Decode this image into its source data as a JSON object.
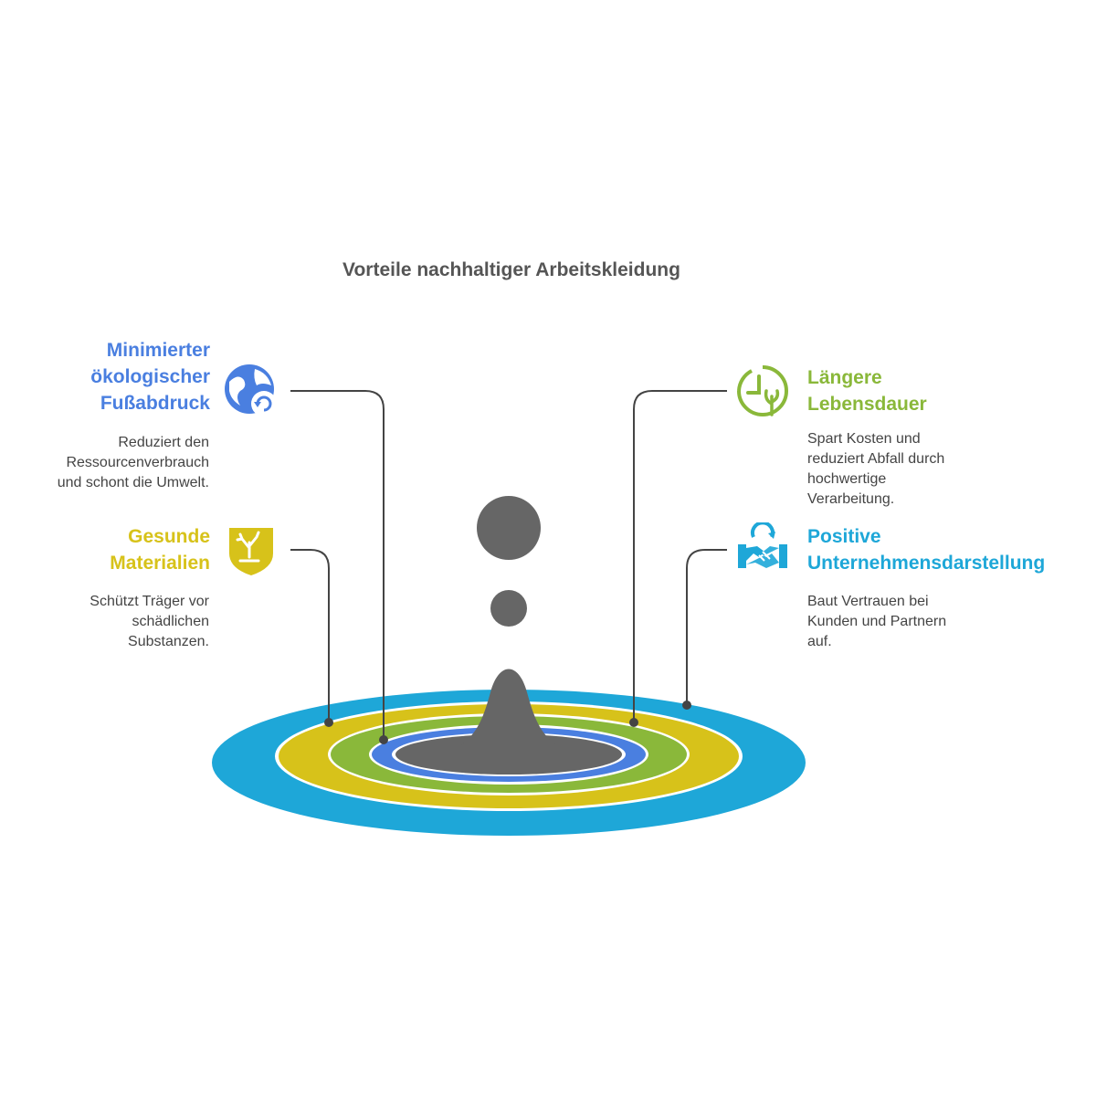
{
  "title": "Vorteile nachhaltiger Arbeitskleidung",
  "items": [
    {
      "heading_lines": [
        "Minimierter",
        "ökologischer",
        "Fußabdruck"
      ],
      "description_lines": [
        "Reduziert den",
        "Ressourcenverbrauch",
        "und schont die Umwelt."
      ],
      "color": "#4a7fe0",
      "icon": "eco-footprint-icon"
    },
    {
      "heading_lines": [
        "Gesunde",
        "Materialien"
      ],
      "description_lines": [
        "Schützt Träger vor",
        "schädlichen",
        "Substanzen."
      ],
      "color": "#d7c21a",
      "icon": "healthy-material-shield-icon"
    },
    {
      "heading_lines": [
        "Längere",
        "Lebensdauer"
      ],
      "description_lines": [
        "Spart Kosten und",
        "reduziert Abfall durch",
        "hochwertige",
        "Verarbeitung."
      ],
      "color": "#8ab83a",
      "icon": "clock-plant-icon"
    },
    {
      "heading_lines": [
        "Positive",
        "Unternehmensdarstellung"
      ],
      "description_lines": [
        "Baut Vertrauen bei",
        "Kunden und Partnern",
        "auf."
      ],
      "color": "#1ea7d8",
      "icon": "handshake-icon"
    }
  ],
  "ring_colors": {
    "outer": "#1ea7d8",
    "second": "#d7c21a",
    "third": "#8ab83a",
    "fourth": "#4a7fe0",
    "center": "#666666"
  }
}
